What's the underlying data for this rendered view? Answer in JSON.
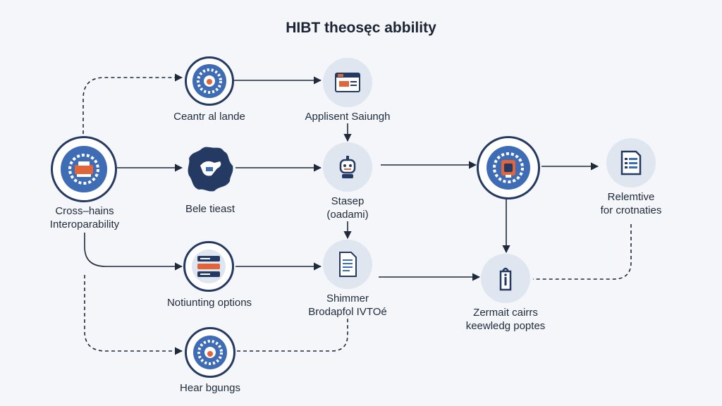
{
  "title": "HIBT theosęc abbility",
  "colors": {
    "navy": "#243a63",
    "blue": "#3f6db5",
    "orange": "#e0653a",
    "soft": "#dfe6ef",
    "line": "#1f2a3a"
  },
  "nodes": {
    "cross_chain": {
      "label_line1": "Cross–hains",
      "label_line2": "Interoparability",
      "icon": "shield-gear-icon"
    },
    "central_lande": {
      "label": "Ceantr al lande",
      "icon": "gear-badge-icon"
    },
    "belie_tieast": {
      "label": "Bele tieast",
      "icon": "puzzle-hand-icon"
    },
    "notiunting_options": {
      "label": "Notiunting options",
      "icon": "server-stack-icon"
    },
    "hear_bgungs": {
      "label": "Hear bgungs",
      "icon": "gear-badge-icon"
    },
    "applisent_saiungh": {
      "label": "Applisent Saiungh",
      "icon": "browser-window-icon"
    },
    "stasep": {
      "label_line1": "Stasep",
      "label_line2": "(oadami)",
      "icon": "robot-icon"
    },
    "shimmer": {
      "label_line1": "Shimmer",
      "label_line2": "Brodapfol IVTOé",
      "icon": "document-icon"
    },
    "hub": {
      "icon": "network-hub-icon"
    },
    "relemtive": {
      "label_line1": "Relemtive",
      "label_line2": "for crotnaties",
      "icon": "file-list-icon"
    },
    "zermait": {
      "label_line1": "Zermait cairrs",
      "label_line2": "keewledg poptes",
      "icon": "info-tag-icon"
    }
  }
}
